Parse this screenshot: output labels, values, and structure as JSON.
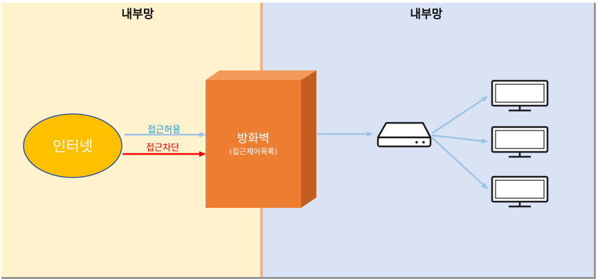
{
  "zones": {
    "left_title": "내부망",
    "right_title": "내부망"
  },
  "internet": {
    "label": "인터넷"
  },
  "arrows": {
    "allow_label": "접근허용",
    "block_label": "접근차단"
  },
  "firewall": {
    "title": "방화벽",
    "subtitle": "(접근제어목록)"
  },
  "colors": {
    "left_zone": "#fff2cc",
    "right_zone": "#dae3f3",
    "divider": "#f4b183",
    "internet_fill": "#ffc000",
    "internet_stroke": "#2f5597",
    "firewall_front": "#ed7d31",
    "firewall_side": "#c05f1f",
    "firewall_top": "#f39a5a",
    "allow": "#9dc3e6",
    "allow_text": "#1f9bd6",
    "block": "#ff0000",
    "block_text": "#e00000",
    "connector": "#9dc3e6"
  },
  "devices": {
    "switch_icon": "network-switch-icon",
    "monitor_icon": "monitor-icon",
    "monitor_count": 3
  }
}
